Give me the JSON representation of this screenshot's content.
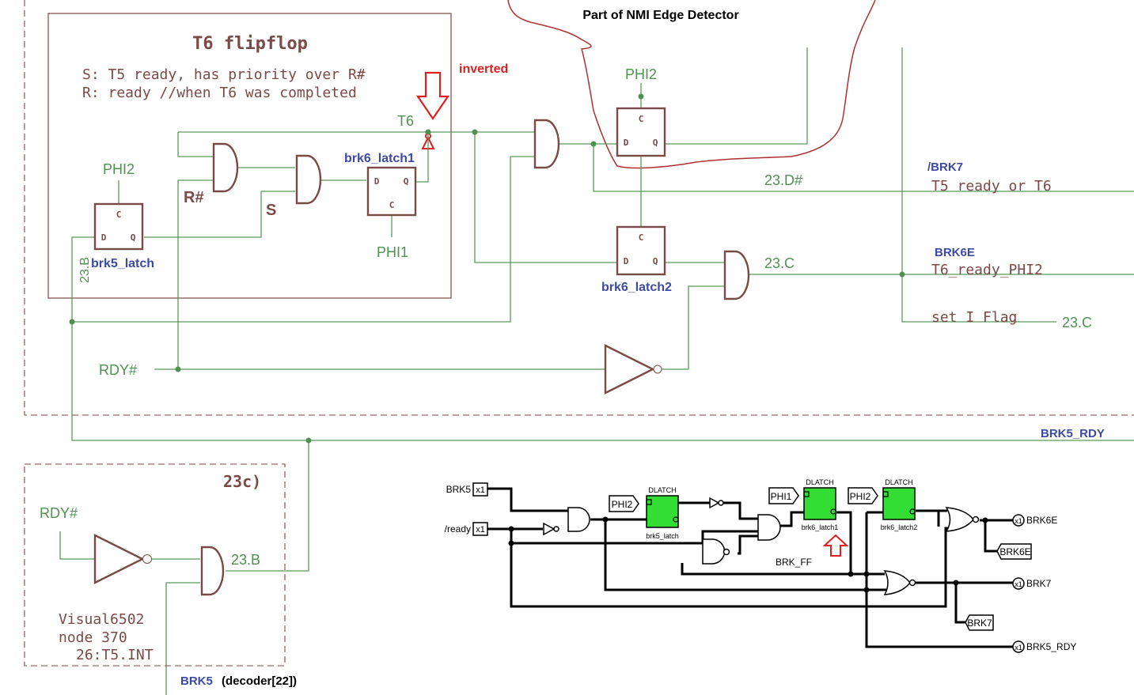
{
  "top_schematic": {
    "block_title": "T6 flipflop",
    "note_line1": "S: T5 ready, has priority over R#",
    "note_line2": "R: ready //when T6 was completed",
    "annotation_inverted": "inverted",
    "nmi_region_label": "Part of NMI Edge Detector",
    "latches": {
      "brk5_latch": {
        "name": "brk5_latch",
        "clock": "PHI2",
        "pin_c": "C",
        "pin_d": "D",
        "pin_q": "Q"
      },
      "brk6_latch1": {
        "name": "brk6_latch1",
        "clock": "PHI1",
        "pin_c": "C",
        "pin_d": "D",
        "pin_q": "Q"
      },
      "nmi_latch": {
        "clock": "PHI2",
        "pin_c": "C",
        "pin_d": "D",
        "pin_q": "Q"
      },
      "brk6_latch2": {
        "name": "brk6_latch2",
        "pin_c": "C",
        "pin_d": "D",
        "pin_q": "Q"
      }
    },
    "labels": {
      "r_hash": "R#",
      "s": "S",
      "t6": "T6",
      "net_23b": "23.B",
      "net_23d": "23.D#",
      "net_23c": "23.C",
      "net_23c_2": "23.C",
      "rdy": "RDY#",
      "brk7_title": "/BRK7",
      "brk7_desc": "T5 ready or T6",
      "brk6e_title": "BRK6E",
      "brk6e_desc": "T6_ready_PHI2",
      "set_i_flag": "set I Flag",
      "brk5_rdy": "BRK5_RDY"
    }
  },
  "sub_23c": {
    "title": "23c)",
    "rdy": "RDY#",
    "out": "23.B",
    "note_line1": "Visual6502",
    "note_line2": "node 370",
    "note_line3": "26:T5.INT",
    "brk5_label": "BRK5",
    "brk5_source": "(decoder[22])"
  },
  "logic_diagram": {
    "inputs": [
      {
        "name": "BRK5",
        "marker": "x1"
      },
      {
        "name": "/ready",
        "marker": "x1"
      }
    ],
    "clocks": [
      "PHI2",
      "PHI1",
      "PHI2"
    ],
    "latch_type": "DLATCH",
    "latches": [
      "brk5_latch",
      "brk6_latch1",
      "brk6_latch2"
    ],
    "group_label": "BRK_FF",
    "outputs": [
      {
        "name": "BRK6E",
        "marker": "x1"
      },
      {
        "name": "BRK7",
        "marker": "x1"
      },
      {
        "name": "BRK5_RDY",
        "marker": "x1"
      }
    ],
    "tags": [
      "BRK6E",
      "BRK7"
    ]
  },
  "colors": {
    "wire": "#5a9a5a",
    "component": "#7a4a46",
    "name_label": "#3d4aa3",
    "annotation": "#e02020",
    "latch_fill": "#33dd33"
  }
}
